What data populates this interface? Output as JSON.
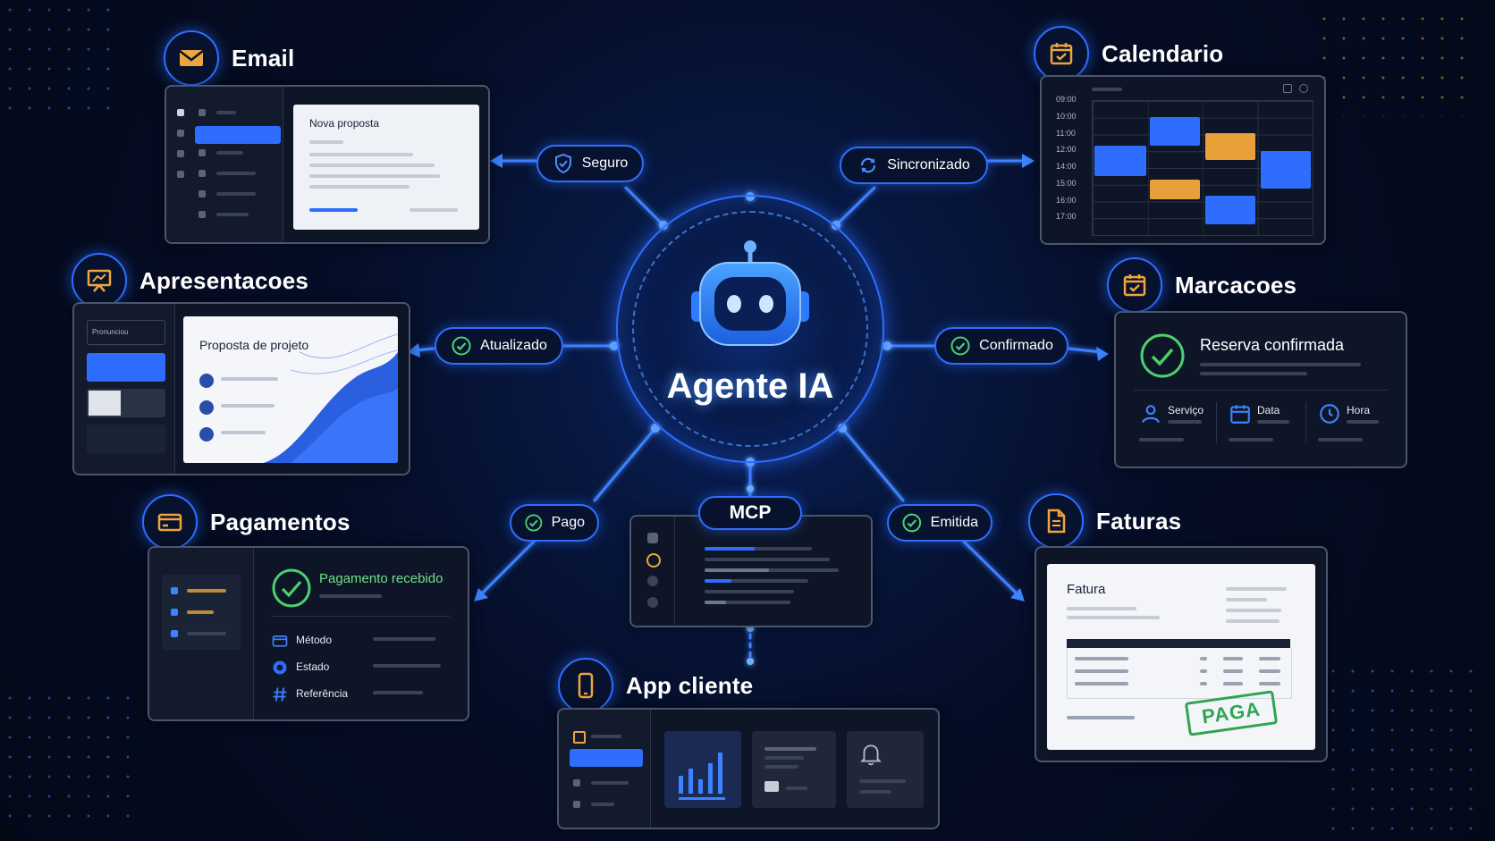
{
  "hub": {
    "title": "Agente IA",
    "mcp_label": "MCP"
  },
  "links": {
    "seguro": "Seguro",
    "sincronizado": "Sincronizado",
    "atualizado": "Atualizado",
    "confirmado": "Confirmado",
    "pago": "Pago",
    "emitida": "Emitida"
  },
  "email": {
    "title": "Email",
    "doc_title": "Nova proposta"
  },
  "calendario": {
    "title": "Calendario",
    "times": [
      "09:00",
      "10:00",
      "11:00",
      "12:00",
      "14:00",
      "15:00",
      "16:00",
      "17:00"
    ]
  },
  "apresentacoes": {
    "title": "Apresentacoes",
    "slide_title": "Proposta de projeto",
    "thumb_label": "Pronunciou"
  },
  "marcacoes": {
    "title": "Marcacoes",
    "status": "Reserva confirmada",
    "fields": [
      "Serviço",
      "Data",
      "Hora"
    ]
  },
  "pagamentos": {
    "title": "Pagamentos",
    "status": "Pagamento recebido",
    "fields": [
      "Método",
      "Estado",
      "Referência"
    ]
  },
  "faturas": {
    "title": "Faturas",
    "doc_title": "Fatura",
    "stamp": "PAGA"
  },
  "app": {
    "title": "App cliente"
  },
  "colors": {
    "accent": "#2f6dff",
    "orange": "#f0a53a",
    "green": "#3fcf6a",
    "bg": "#050b1c"
  }
}
